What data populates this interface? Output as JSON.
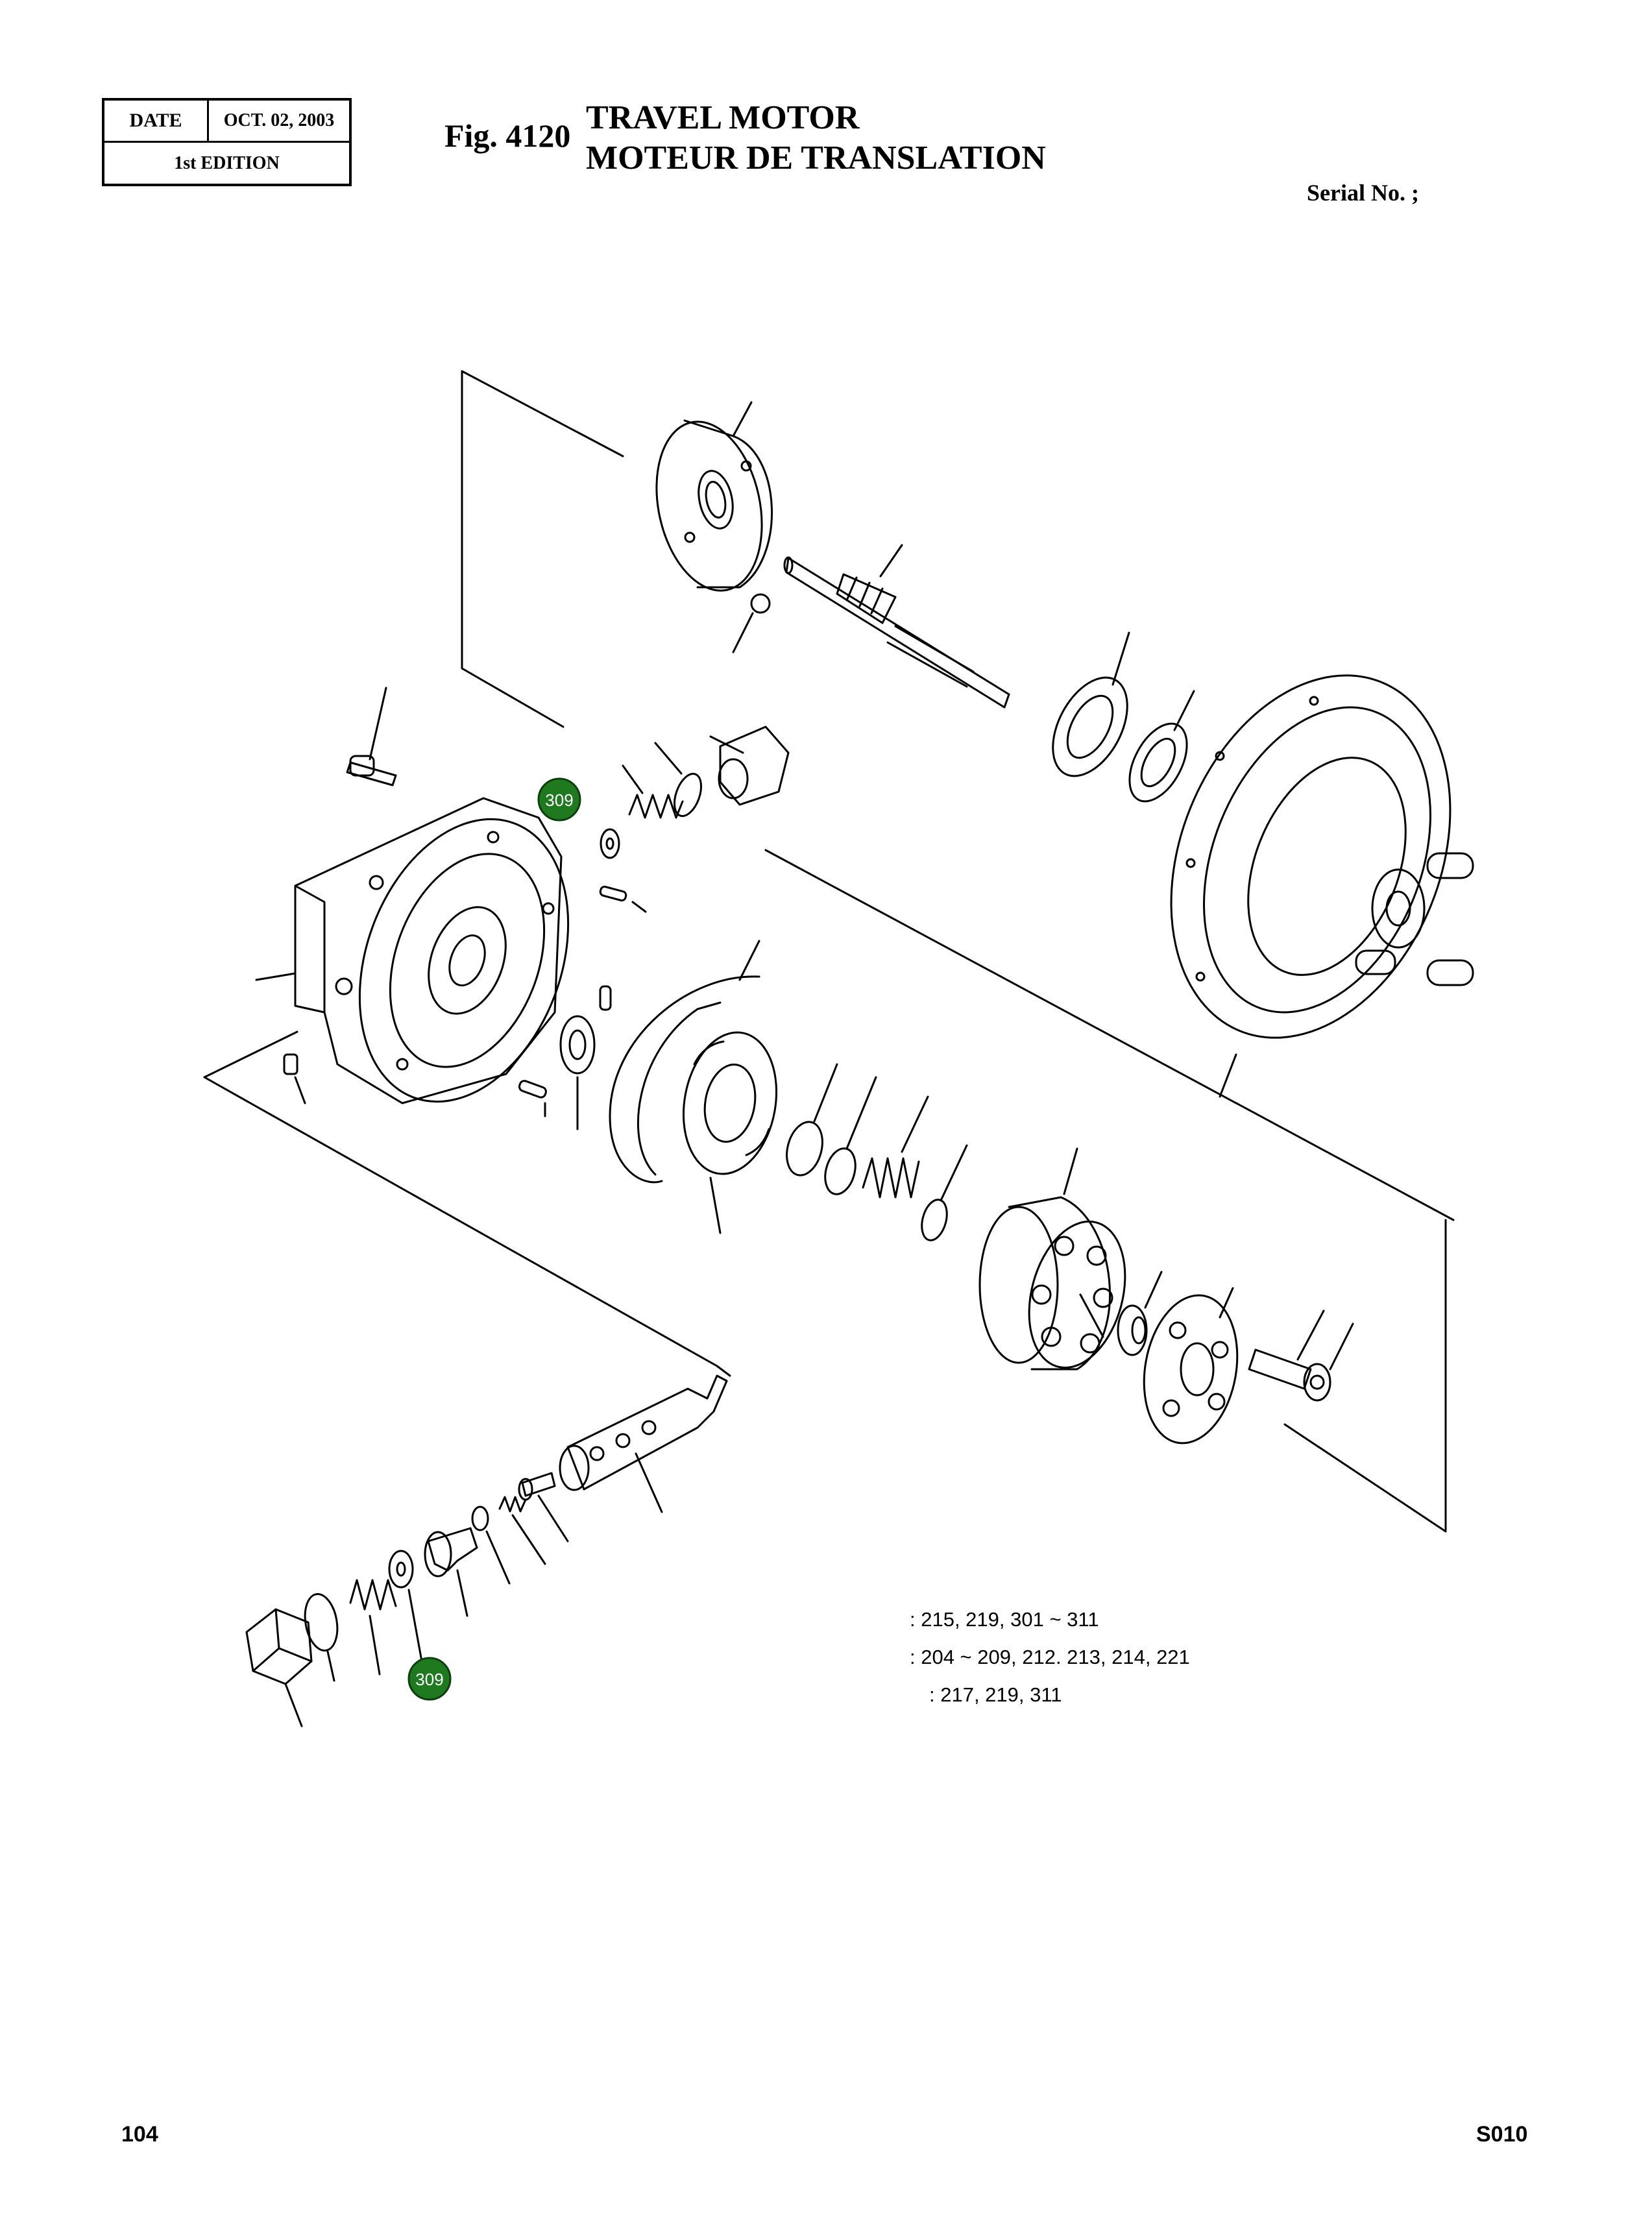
{
  "header": {
    "date_label": "DATE",
    "date_value": "OCT.  02, 2003",
    "edition": "1st EDITION",
    "figure_number": "Fig. 4120",
    "title_en": "TRAVEL MOTOR",
    "title_fr": "MOTEUR DE TRANSLATION",
    "serial": "Serial No. ;"
  },
  "callouts": [
    {
      "label": "309"
    },
    {
      "label": "309"
    }
  ],
  "part_refs": [
    ": 215, 219, 301 ~ 311",
    ": 204 ~ 209, 212. 213, 214, 221",
    ": 217, 219, 311"
  ],
  "footer": {
    "page_number": "104",
    "doc_code": "S010"
  },
  "colors": {
    "callout_fill": "#1f7a1f",
    "callout_text": "#ffffff",
    "line_art": "#000000"
  }
}
